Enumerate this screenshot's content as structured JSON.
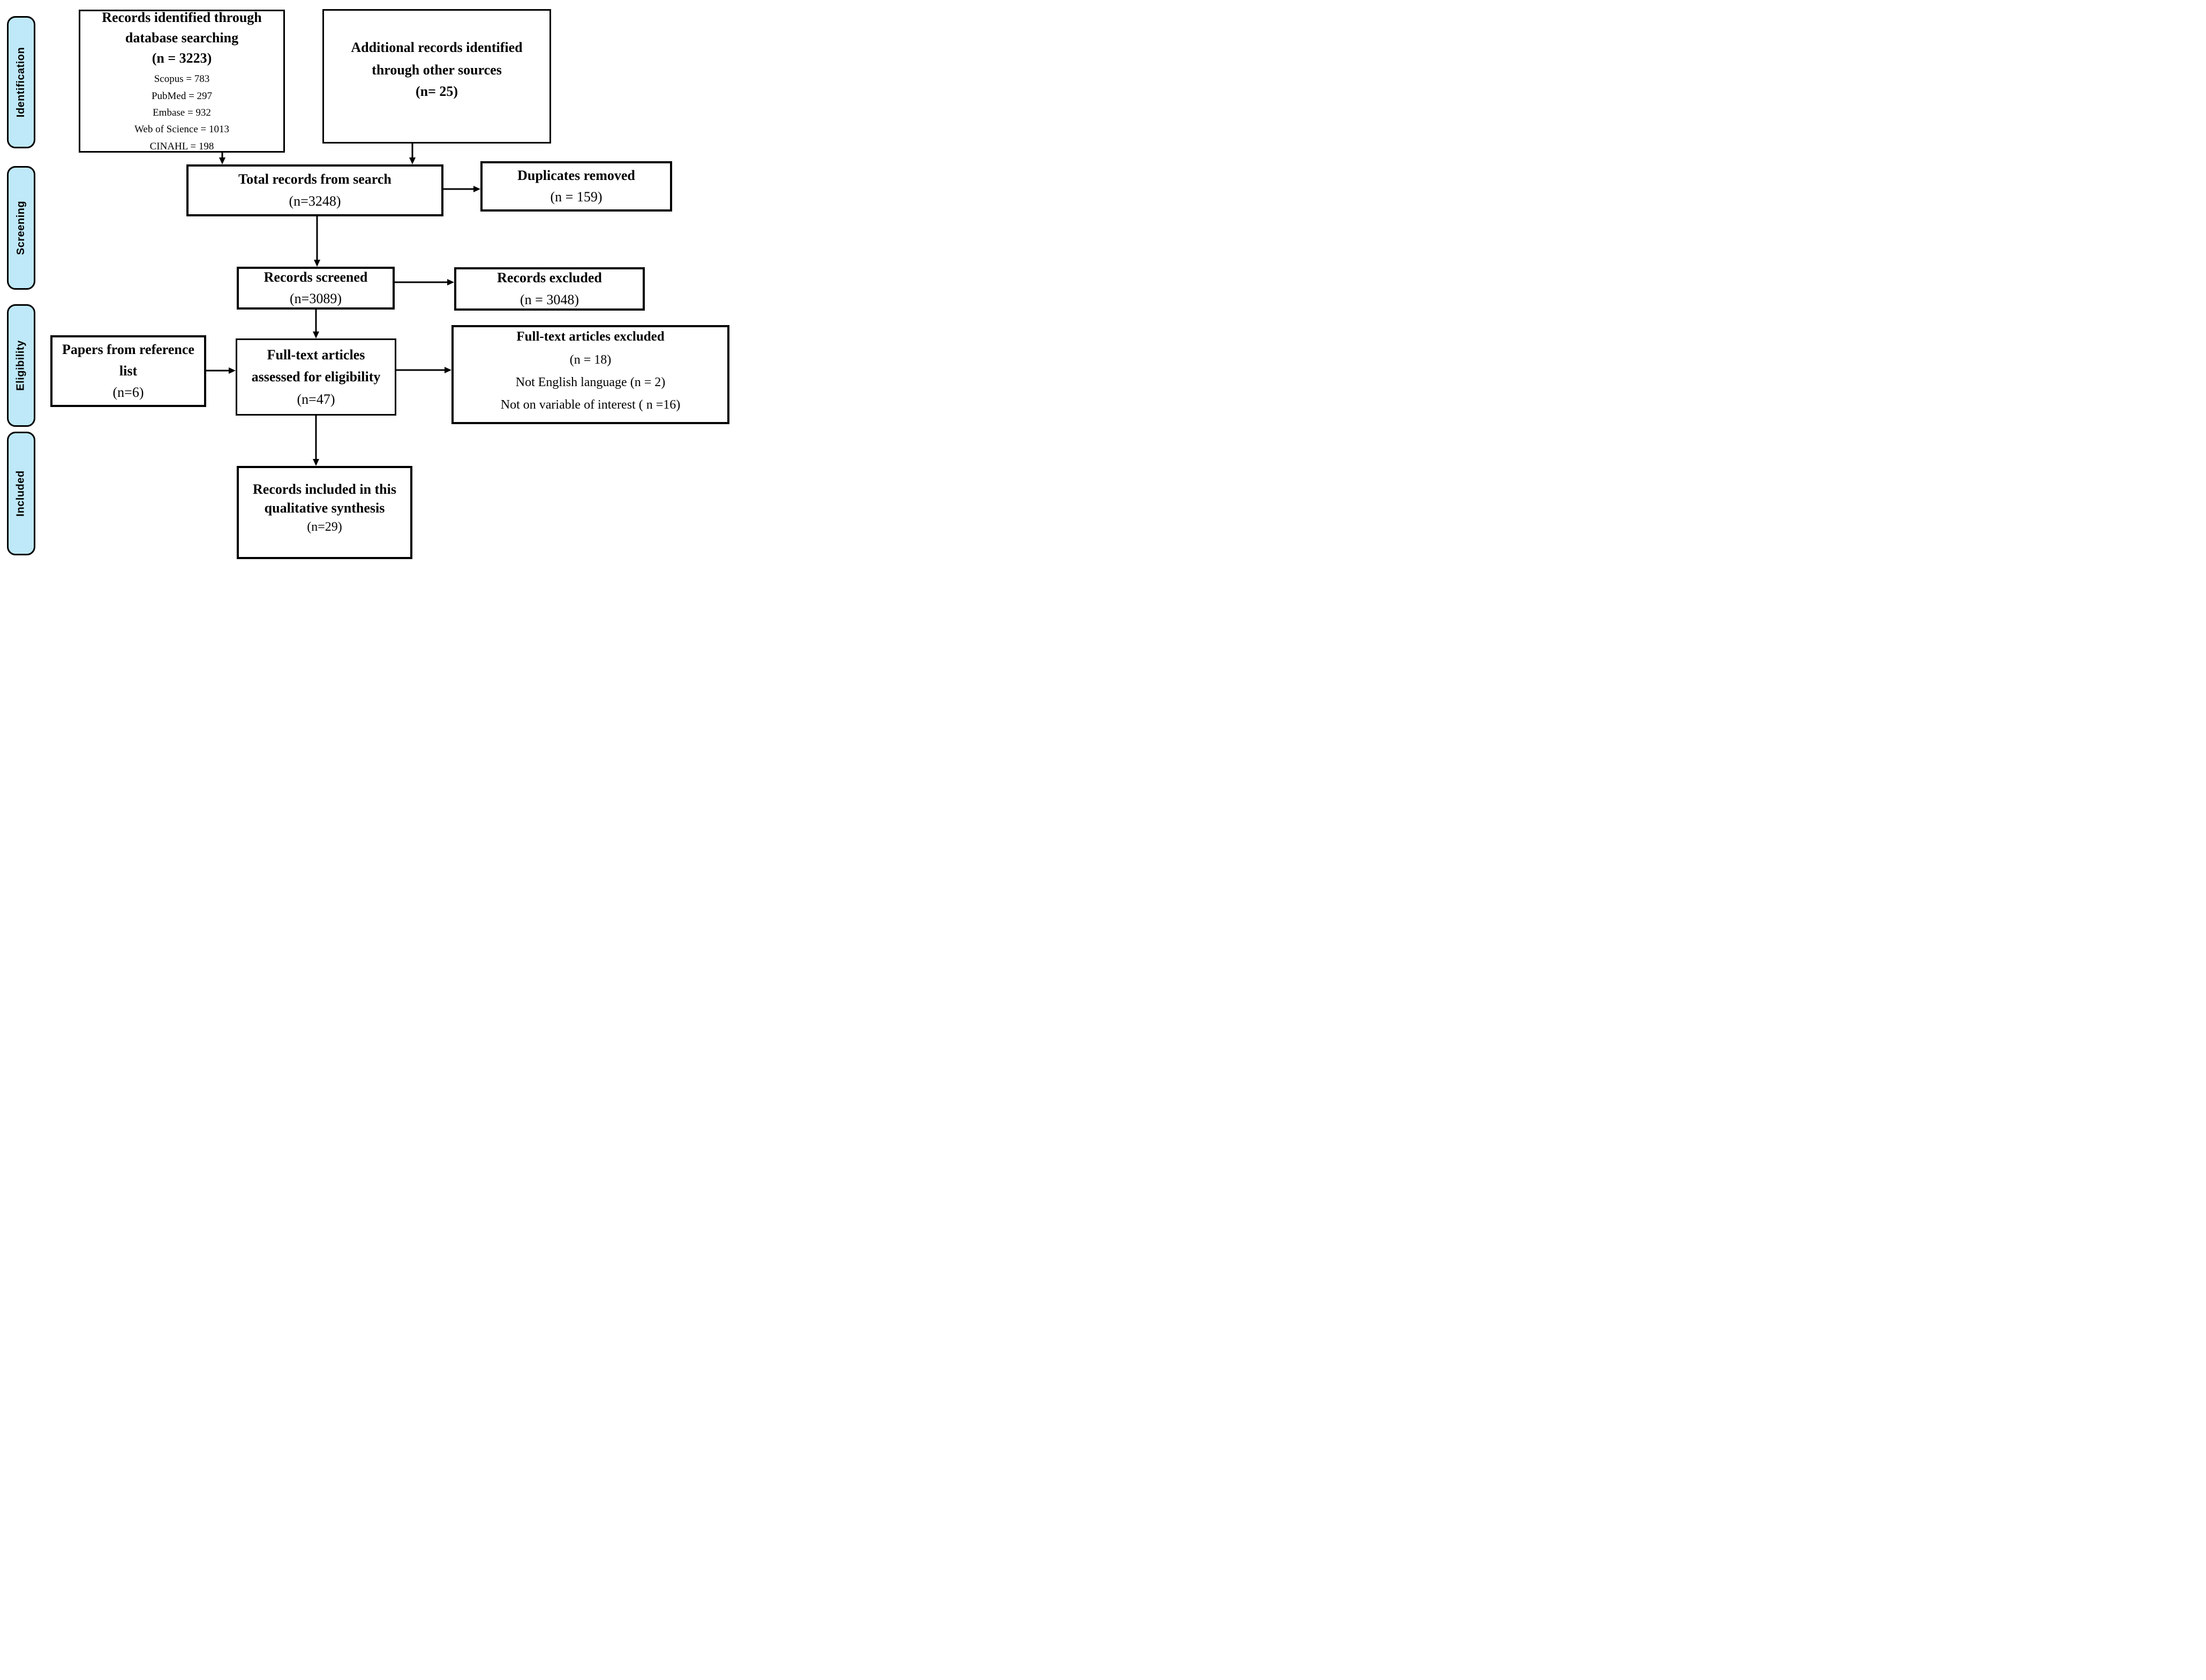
{
  "diagram": {
    "accent_color": "#bfe9f8",
    "border_color": "#000000",
    "stages": [
      {
        "label": "Identification"
      },
      {
        "label": "Screening"
      },
      {
        "label": "Eligibility"
      },
      {
        "label": "Included"
      }
    ],
    "boxes": {
      "records_db": {
        "title": "Records identified through database searching",
        "count": "(n = 3223)",
        "sources": [
          "Scopus = 783",
          "PubMed = 297",
          "Embase = 932",
          "Web of Science = 1013",
          "CINAHL = 198"
        ]
      },
      "additional": {
        "title": "Additional records identified through other sources",
        "count": "(n= 25)"
      },
      "total": {
        "title": "Total records from search",
        "count": "(n=3248)"
      },
      "duplicates": {
        "title": "Duplicates removed",
        "count": "(n = 159)"
      },
      "screened": {
        "title": "Records screened",
        "count": "(n=3089)"
      },
      "records_excluded": {
        "title": "Records excluded",
        "count": "(n = 3048)"
      },
      "reference_list": {
        "title": "Papers from reference list",
        "count": "(n=6)"
      },
      "fulltext": {
        "title": "Full-text articles assessed for eligibility",
        "count": "(n=47)"
      },
      "fulltext_excluded": {
        "title": "Full-text articles excluded",
        "count": "(n = 18)",
        "reasons": [
          "Not English language (n = 2)",
          "Not on variable of interest ( n =16)"
        ]
      },
      "included_synthesis": {
        "title": "Records included in this qualitative synthesis",
        "count": "(n=29)"
      }
    }
  }
}
